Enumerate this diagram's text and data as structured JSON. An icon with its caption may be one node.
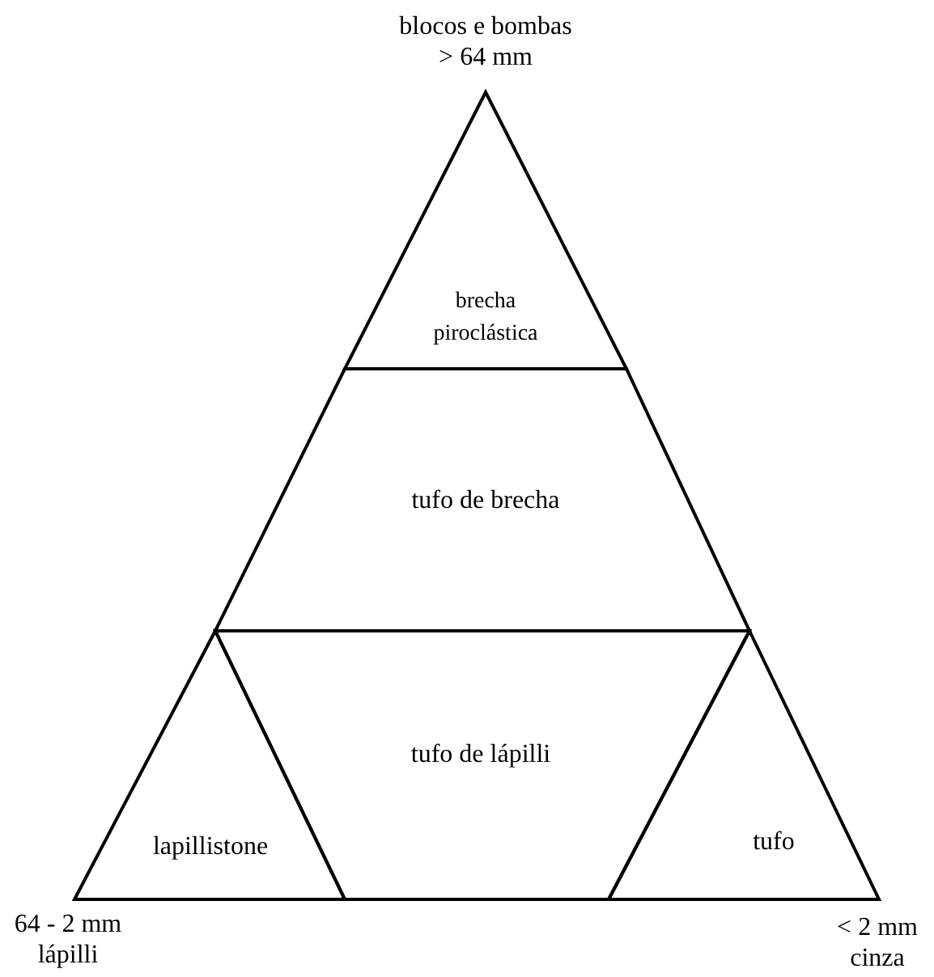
{
  "diagram": {
    "nodes": [
      {
        "text": [
          "brecha piroclástica"
        ]
      },
      {
        "text": [
          "tufo de brecha"
        ]
      },
      {
        "text": [
          "lapillistone"
        ]
      },
      {
        "text": [
          "tufo de lápilli"
        ]
      },
      {
        "text": [
          "tufo"
        ]
      }
    ],
    "labels": [
      "blocos e bombas",
      "> 64 mm",
      "64 - 2 mm",
      "lápilli",
      "< 2 mm",
      "cinza"
    ]
  }
}
